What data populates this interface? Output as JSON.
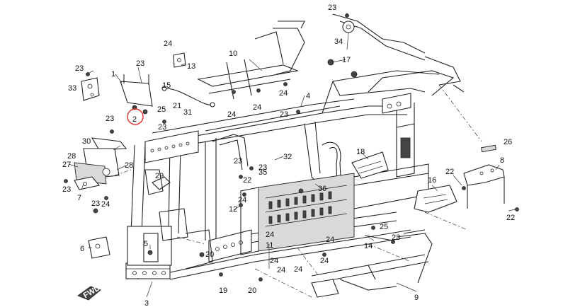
{
  "labels": {
    "l1": "1",
    "l2": "2",
    "l3": "3",
    "l4": "4",
    "l5": "5",
    "l6": "6",
    "l7": "7",
    "l8": "8",
    "l9": "9",
    "l10": "10",
    "l11": "11",
    "l12": "12",
    "l13": "13",
    "l14": "14",
    "l15": "15",
    "l16": "16",
    "l17": "17",
    "l18": "18",
    "l19": "19",
    "l20a": "20",
    "l20b": "20",
    "l21": "21",
    "l22a": "22",
    "l22b": "22",
    "l22c": "22",
    "l23a": "23",
    "l23b": "23",
    "l23c": "23",
    "l23d": "23",
    "l23e": "23",
    "l23f": "23",
    "l23g": "23",
    "l23h": "23",
    "l23i": "23",
    "l23j": "23",
    "l23k": "23",
    "l24a": "24",
    "l24b": "24",
    "l24c": "24",
    "l24d": "24",
    "l24e": "24",
    "l24f": "24",
    "l24g": "24",
    "l24h": "24",
    "l24i": "24",
    "l24j": "24",
    "l24k": "24",
    "l24l": "24",
    "l25a": "25",
    "l25b": "25",
    "l26": "26",
    "l27": "27",
    "l28a": "28",
    "l28b": "28",
    "l29": "29",
    "l30": "30",
    "l31": "31",
    "l32": "32",
    "l33": "33",
    "l34": "34",
    "l35": "35",
    "l36": "36"
  },
  "fwd_badge": "FWD",
  "highlight_color": "#e0302a"
}
